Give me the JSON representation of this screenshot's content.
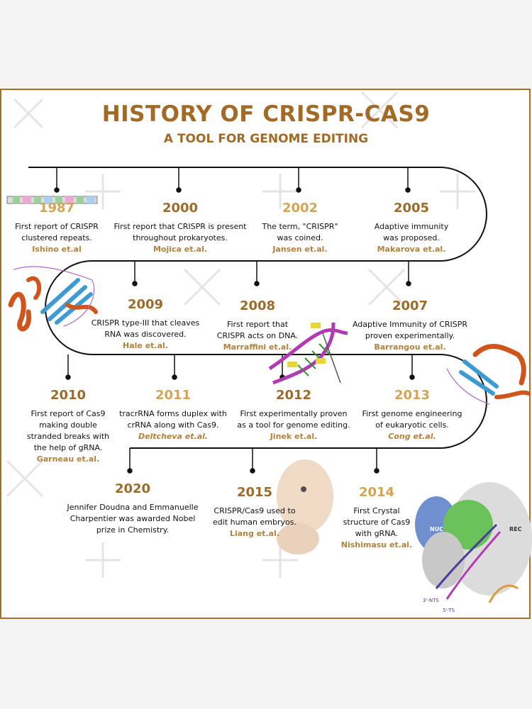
{
  "header": {
    "title": "HISTORY OF CRISPR-CAS9",
    "subtitle": "A TOOL FOR GENOME EDITING"
  },
  "colors": {
    "accent": "#a26a25",
    "border": "#a2722d",
    "line": "#111111"
  },
  "events": [
    {
      "year": "1987",
      "desc": "First report of CRISPR\nclustered repeats.",
      "author": "Ishino et.al"
    },
    {
      "year": "2000",
      "desc": "First report that CRISPR is present\nthroughout prokaryotes.",
      "author": "Mojica et.al."
    },
    {
      "year": "2002",
      "desc": "The term, \"CRISPR\"\nwas coined.",
      "author": "Jansen et.al."
    },
    {
      "year": "2005",
      "desc": "Adaptive immunity\nwas proposed.",
      "author": "Makarova et.al."
    },
    {
      "year": "2009",
      "desc": "CRISPR type-III that cleaves\nRNA was discovered.",
      "author": "Hale et.al."
    },
    {
      "year": "2008",
      "desc": "First report that\nCRISPR acts on DNA.",
      "author": "Marraffini et.al."
    },
    {
      "year": "2007",
      "desc": "Adaptive Immunity of CRISPR\nproven experimentally.",
      "author": "Barrangou et.al."
    },
    {
      "year": "2010",
      "desc": "First report of Cas9\nmaking double\nstranded breaks with\nthe help of gRNA.",
      "author": "Garneau et.al."
    },
    {
      "year": "2011",
      "desc": "tracrRNA forms duplex with\ncrRNA along with Cas9.",
      "author": "Deltcheva et.al."
    },
    {
      "year": "2012",
      "desc": "First experimentally proven\nas a tool for genome editing.",
      "author": "Jinek et.al."
    },
    {
      "year": "2013",
      "desc": "First genome engineering\nof eukaryotic cells.",
      "author": "Cong et.al."
    },
    {
      "year": "2020",
      "desc": "Jennifer Doudna and Emmanuelle\nCharpentier was awarded Nobel\nprize in Chemistry.",
      "author": ""
    },
    {
      "year": "2015",
      "desc": "CRISPR/Cas9 used to\nedit human embryos.",
      "author": "Liang et.al."
    },
    {
      "year": "2014",
      "desc": "First Crystal\nstructure of Cas9\nwith gRNA.",
      "author": "Nishimasu et.al."
    }
  ],
  "structure_labels": {
    "nuc": "NUC",
    "rec": "REC",
    "nts": "3'-NTS",
    "ts": "5'-TS"
  }
}
